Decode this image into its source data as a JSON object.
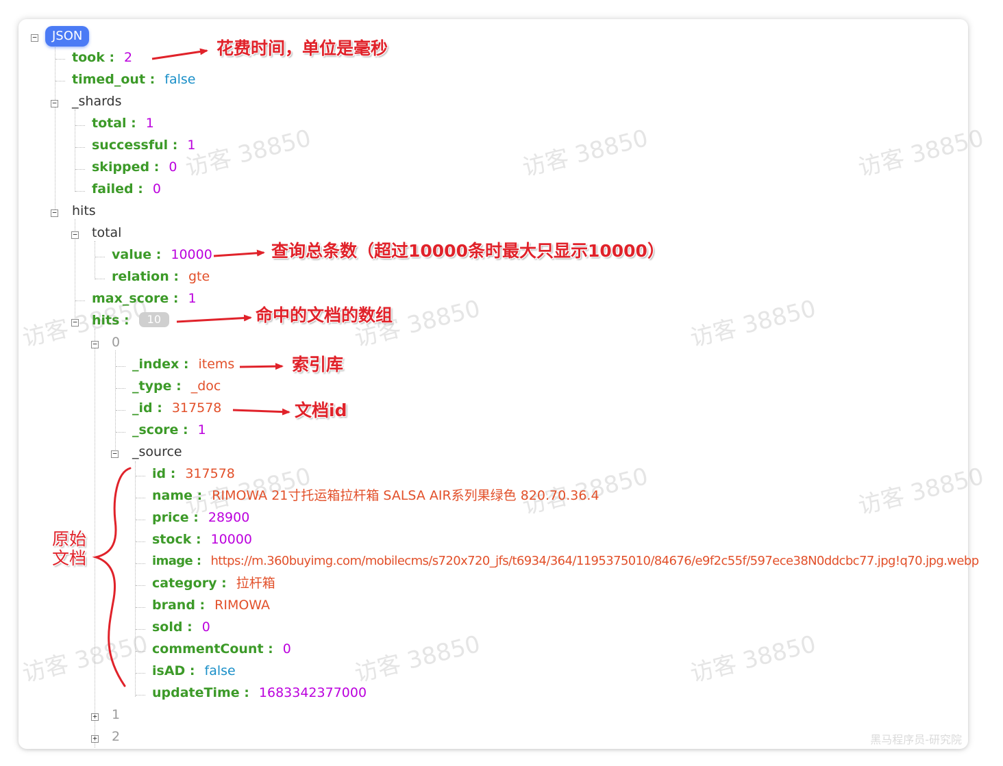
{
  "root_label": "JSON",
  "tree": {
    "took": {
      "key": "took",
      "value": "2"
    },
    "timed_out": {
      "key": "timed_out",
      "value": "false"
    },
    "shards": {
      "label": "_shards",
      "total": {
        "key": "total",
        "value": "1"
      },
      "successful": {
        "key": "successful",
        "value": "1"
      },
      "skipped": {
        "key": "skipped",
        "value": "0"
      },
      "failed": {
        "key": "failed",
        "value": "0"
      }
    },
    "hits": {
      "label": "hits",
      "total": {
        "label": "total",
        "value": {
          "key": "value",
          "value": "10000"
        },
        "relation": {
          "key": "relation",
          "value": "gte"
        }
      },
      "max_score": {
        "key": "max_score",
        "value": "1"
      },
      "hits_array": {
        "key": "hits",
        "count": "10"
      },
      "doc0": {
        "label": "0",
        "index": {
          "key": "_index",
          "value": "items"
        },
        "type": {
          "key": "_type",
          "value": "_doc"
        },
        "id": {
          "key": "_id",
          "value": "317578"
        },
        "score": {
          "key": "_score",
          "value": "1"
        },
        "source": {
          "label": "_source",
          "id": {
            "key": "id",
            "value": "317578"
          },
          "name": {
            "key": "name",
            "value": "RIMOWA 21寸托运箱拉杆箱 SALSA AIR系列果绿色 820.70.36.4"
          },
          "price": {
            "key": "price",
            "value": "28900"
          },
          "stock": {
            "key": "stock",
            "value": "10000"
          },
          "image": {
            "key": "image",
            "value": "https://m.360buyimg.com/mobilecms/s720x720_jfs/t6934/364/1195375010/84676/e9f2c55f/597ece38N0ddcbc77.jpg!q70.jpg.webp"
          },
          "category": {
            "key": "category",
            "value": "拉杆箱"
          },
          "brand": {
            "key": "brand",
            "value": "RIMOWA"
          },
          "sold": {
            "key": "sold",
            "value": "0"
          },
          "commentCount": {
            "key": "commentCount",
            "value": "0"
          },
          "isAD": {
            "key": "isAD",
            "value": "false"
          },
          "updateTime": {
            "key": "updateTime",
            "value": "1683342377000"
          }
        }
      },
      "doc1_label": "1",
      "doc2_label": "2"
    }
  },
  "annotations": {
    "took": "花费时间，单位是毫秒",
    "total": "查询总条数（超过10000条时最大只显示10000）",
    "hits": "命中的文档的数组",
    "index": "索引库",
    "doc_id": "文档id",
    "source": "原始\n文档"
  },
  "watermark": "访客 38850",
  "footer": "黑马程序员-研究院",
  "colors": {
    "key": "#3c9a28",
    "number": "#bb00dd",
    "string": "#e2502a",
    "boolean": "#1a8fc8",
    "annotation": "#e0222a",
    "badge": "#4b7bf5"
  }
}
